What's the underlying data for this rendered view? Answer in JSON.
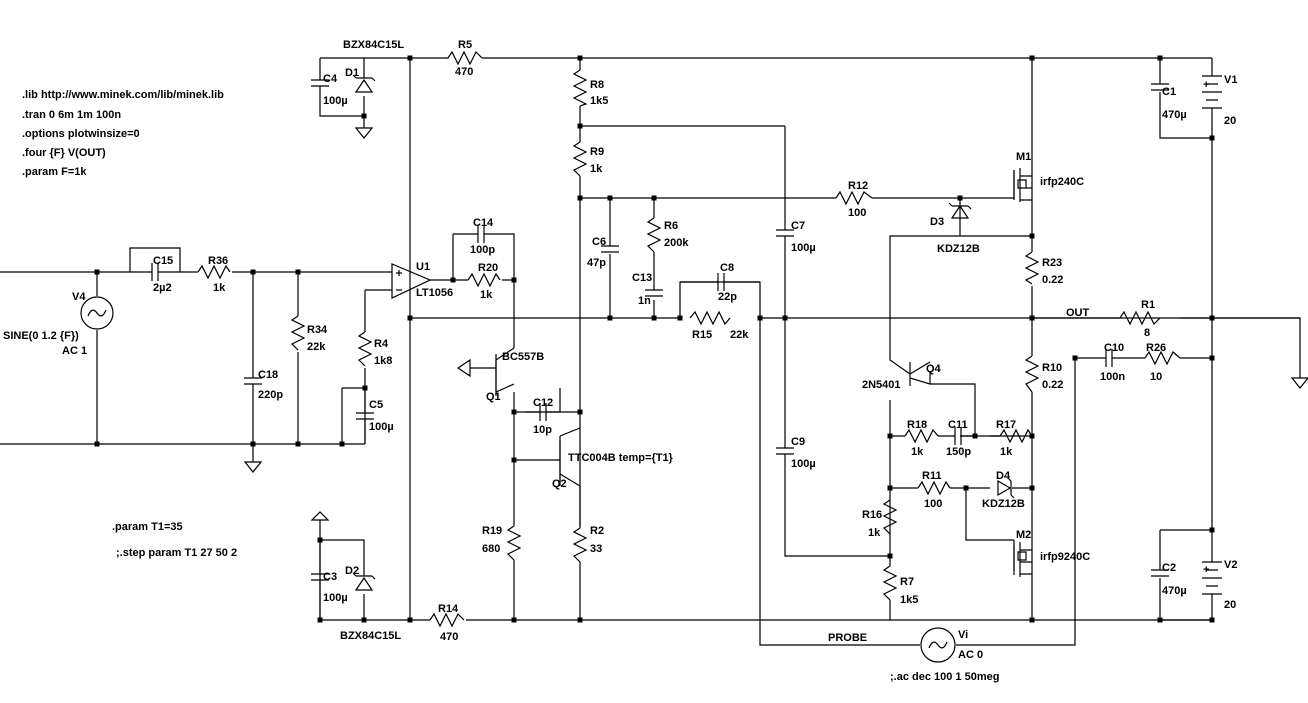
{
  "directives": {
    "lib": ".lib http://www.minek.com/lib/minek.lib",
    "tran": ".tran 0 6m 1m 100n",
    "options": ".options plotwinsize=0",
    "four": ".four {F} V(OUT)",
    "param_f": ".param F=1k",
    "param_t1": ".param T1=35",
    "step": ";.step param T1 27 50 2",
    "ac": ";.ac dec 100 1 50meg"
  },
  "labels": {
    "BZX84C15L_top": "BZX84C15L",
    "BZX84C15L_bot": "BZX84C15L",
    "R5": "R5",
    "R5_val": "470",
    "R14": "R14",
    "R14_val": "470",
    "C4": "C4",
    "C4_val": "100µ",
    "D1": "D1",
    "C3": "C3",
    "C3_val": "100µ",
    "D2": "D2",
    "R8": "R8",
    "R8_val": "1k5",
    "R9": "R9",
    "R9_val": "1k",
    "R12": "R12",
    "R12_val": "100",
    "D3": "D3",
    "D3_val": "KDZ12B",
    "M1": "M1",
    "M1_val": "irfp240C",
    "M2": "M2",
    "M2_val": "irfp9240C",
    "C1": "C1",
    "C1_val": "470µ",
    "V1": "V1",
    "V1_val": "20",
    "C2": "C2",
    "C2_val": "470µ",
    "V2": "V2",
    "V2_val": "20",
    "C15": "C15",
    "C15_val": "2µ2",
    "R36": "R36",
    "R36_val": "1k",
    "V4": "V4",
    "V4_val": "SINE(0 1.2 {F})",
    "V4_ac": "AC 1",
    "R34": "R34",
    "R34_val": "22k",
    "C18": "C18",
    "C18_val": "220p",
    "R4": "R4",
    "R4_val": "1k8",
    "C5": "C5",
    "C5_val": "100µ",
    "U1": "U1",
    "U1_val": "LT1056",
    "C14": "C14",
    "C14_val": "100p",
    "R20": "R20",
    "R20_val": "1k",
    "Q1": "Q1",
    "Q1_val": "BC557B",
    "Q2": "Q2",
    "Q2_val": "TTC004B temp={T1}",
    "C12": "C12",
    "C12_val": "10p",
    "R19": "R19",
    "R19_val": "680",
    "R2": "R2",
    "R2_val": "33",
    "C6": "C6",
    "C6_val": "47p",
    "R6": "R6",
    "R6_val": "200k",
    "C13": "C13",
    "C13_val": "1n",
    "C8": "C8",
    "C8_val": "22p",
    "R15": "R15",
    "R15_val": "22k",
    "C7": "C7",
    "C7_val": "100µ",
    "C9": "C9",
    "C9_val": "100µ",
    "R23": "R23",
    "R23_val": "0.22",
    "R10": "R10",
    "R10_val": "0.22",
    "OUT": "OUT",
    "R1": "R1",
    "R1_val": "8",
    "C10": "C10",
    "C10_val": "100n",
    "R26": "R26",
    "R26_val": "10",
    "Q4": "Q4",
    "Q4_val": "2N5401",
    "R18": "R18",
    "R18_val": "1k",
    "C11": "C11",
    "C11_val": "150p",
    "R17": "R17",
    "R17_val": "1k",
    "R11": "R11",
    "R11_val": "100",
    "D4": "D4",
    "D4_val": "KDZ12B",
    "R16": "R16",
    "R16_val": "1k",
    "R7": "R7",
    "R7_val": "1k5",
    "PROBE": "PROBE",
    "Vi": "Vi",
    "Vi_val": "AC 0",
    "plus": "+"
  }
}
